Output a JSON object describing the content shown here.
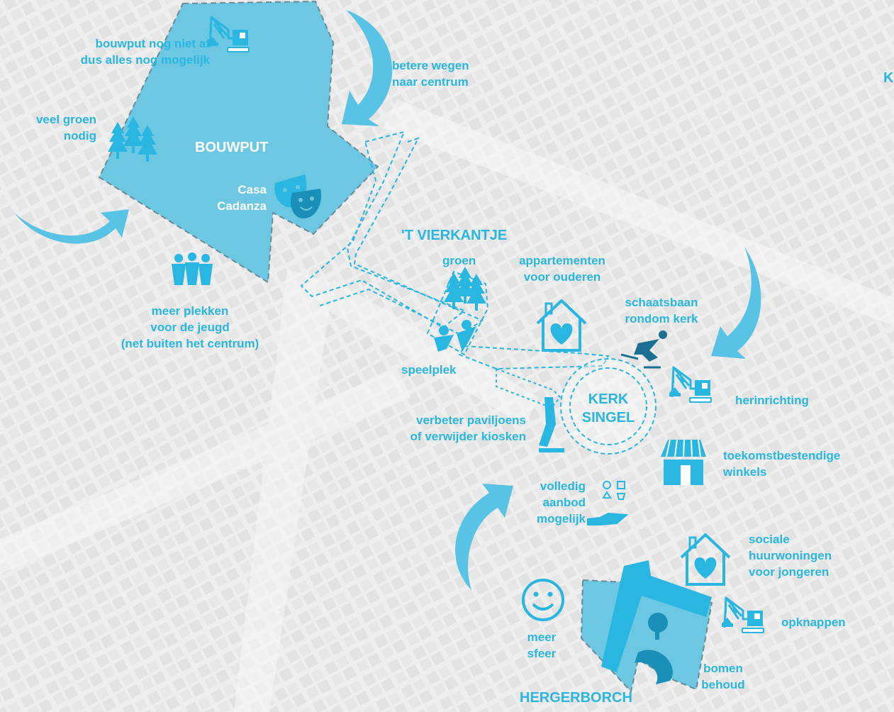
{
  "areas": {
    "bouwput": "BOUWPUT",
    "vierkantje": "'T VIERKANTJE",
    "kerksingel_line1": "KERK",
    "kerksingel_line2": "SINGEL",
    "hergerborch": "HERGERBORCH",
    "edge_letter": "K"
  },
  "labels": {
    "bouwput_niet_af": [
      "bouwput nog niet af",
      "dus alles nog mogelijk"
    ],
    "betere_wegen": [
      "betere wegen",
      "naar centrum"
    ],
    "veel_groen": [
      "veel groen",
      "nodig"
    ],
    "casa_cadanza": [
      "Casa",
      "Cadanza"
    ],
    "jeugd": [
      "meer plekken",
      "voor de jeugd",
      "(net buiten het centrum)"
    ],
    "groen": "groen",
    "appartementen": [
      "appartementen",
      "voor ouderen"
    ],
    "schaatsbaan": [
      "schaatsbaan",
      "rondom kerk"
    ],
    "speelplek": "speelplek",
    "herinrichting": "herinrichting",
    "paviljoens": [
      "verbeter paviljoens",
      "of verwijder kiosken"
    ],
    "winkels": [
      "toekomstbestendige",
      "winkels"
    ],
    "aanbod": [
      "volledig",
      "aanbod",
      "mogelijk"
    ],
    "sociale_huur": [
      "sociale",
      "huurwoningen",
      "voor jongeren"
    ],
    "opknappen": "opknappen",
    "sfeer": [
      "meer",
      "sfeer"
    ],
    "bomen": [
      "bomen",
      "behoud"
    ]
  },
  "icons": [
    "crane-icon",
    "forest-icon",
    "theater-masks-icon",
    "people-group-icon",
    "trees-icon",
    "house-heart-icon",
    "skater-icon",
    "playing-children-icon",
    "pavilion-icon",
    "shapes-hand-icon",
    "shop-icon",
    "smiley-icon",
    "park-path-icon"
  ],
  "colors": {
    "accent": "#29b6e0",
    "area_fill": "#6cc7e3",
    "map_background": "#efefef"
  }
}
